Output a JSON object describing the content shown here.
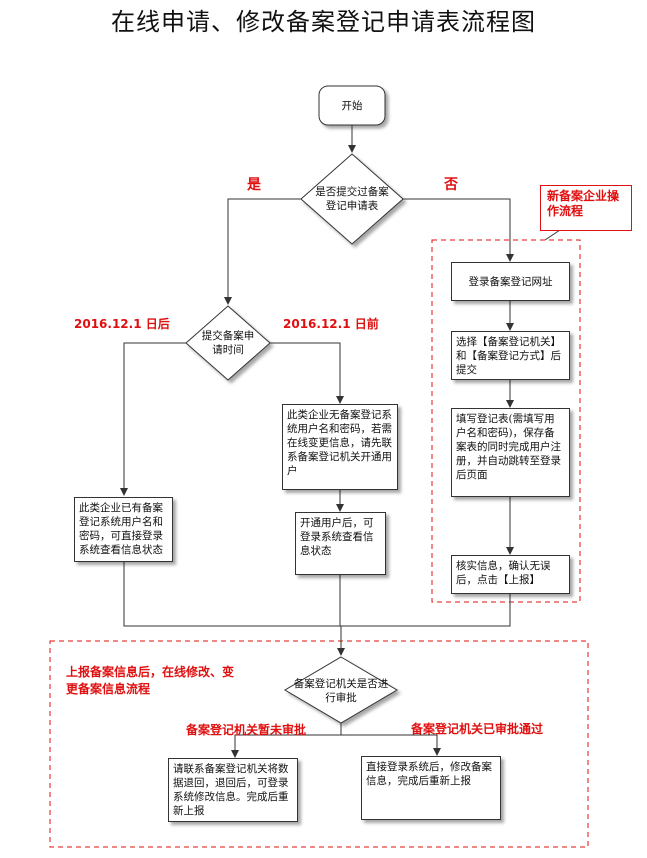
{
  "title": "在线申请、修改备案登记申请表流程图",
  "colors": {
    "annotation": "#e01010",
    "line": "#333333"
  },
  "nodes": {
    "start": "开始",
    "d_submitted": "是否提交过备案登记申请表",
    "d_time": "提交备案申请时间",
    "box_before": "此类企业无备案登记系统用户名和密码，若需在线变更信息，请先联系备案登记机关开通用户",
    "box_after": "此类企业已有备案登记系统用户名和密码，可直接登录系统查看信息状态",
    "box_open": "开通用户后，可登录系统查看信息状态",
    "new_login": "登录备案登记网址",
    "new_select": "选择【备案登记机关】和【备案登记方式】后提交",
    "new_fill": "填写登记表(需填写用户名和密码)，保存备案表的同时完成用户注册，并自动跳转至登录后页面",
    "new_verify": "核实信息，确认无误后，点击【上报】",
    "d_review": "备案登记机关是否进行审批",
    "box_unapproved": "请联系备案登记机关将数据退回，退回后，可登录系统修改信息。完成后重新上报",
    "box_approved": "直接登录系统后，修改备案信息，完成后重新上报"
  },
  "labels": {
    "yes": "是",
    "no": "否",
    "after_date": "2016.12.1 日后",
    "before_date": "2016.12.1 日前",
    "new_enterprise": "新备案企业操作流程",
    "post_report": "上报备案信息后，在线修改、变更备案信息流程",
    "not_approved": "备案登记机关暂未审批",
    "approved": "备案登记机关已审批通过"
  }
}
